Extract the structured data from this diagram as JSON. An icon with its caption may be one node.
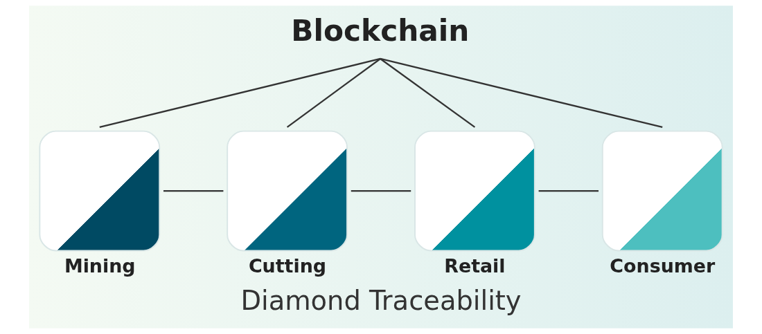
{
  "diagram": {
    "caption": "Diamond Traceability",
    "nodes": [
      {
        "text": [
          "Blockchain"
        ]
      },
      {
        "text": [
          "Mining"
        ]
      },
      {
        "text": [
          "Cutting"
        ]
      },
      {
        "text": [
          "Retail"
        ]
      },
      {
        "text": [
          "Consumer"
        ]
      }
    ],
    "edges": [
      {
        "from": 0,
        "to": 1,
        "arrow": "none"
      },
      {
        "from": 0,
        "to": 2,
        "arrow": "none"
      },
      {
        "from": 0,
        "to": 3,
        "arrow": "none"
      },
      {
        "from": 0,
        "to": 4,
        "arrow": "none"
      },
      {
        "from": 1,
        "to": 2,
        "arrow": "none"
      },
      {
        "from": 2,
        "to": 3,
        "arrow": "none"
      },
      {
        "from": 3,
        "to": 4,
        "arrow": "none"
      }
    ]
  }
}
